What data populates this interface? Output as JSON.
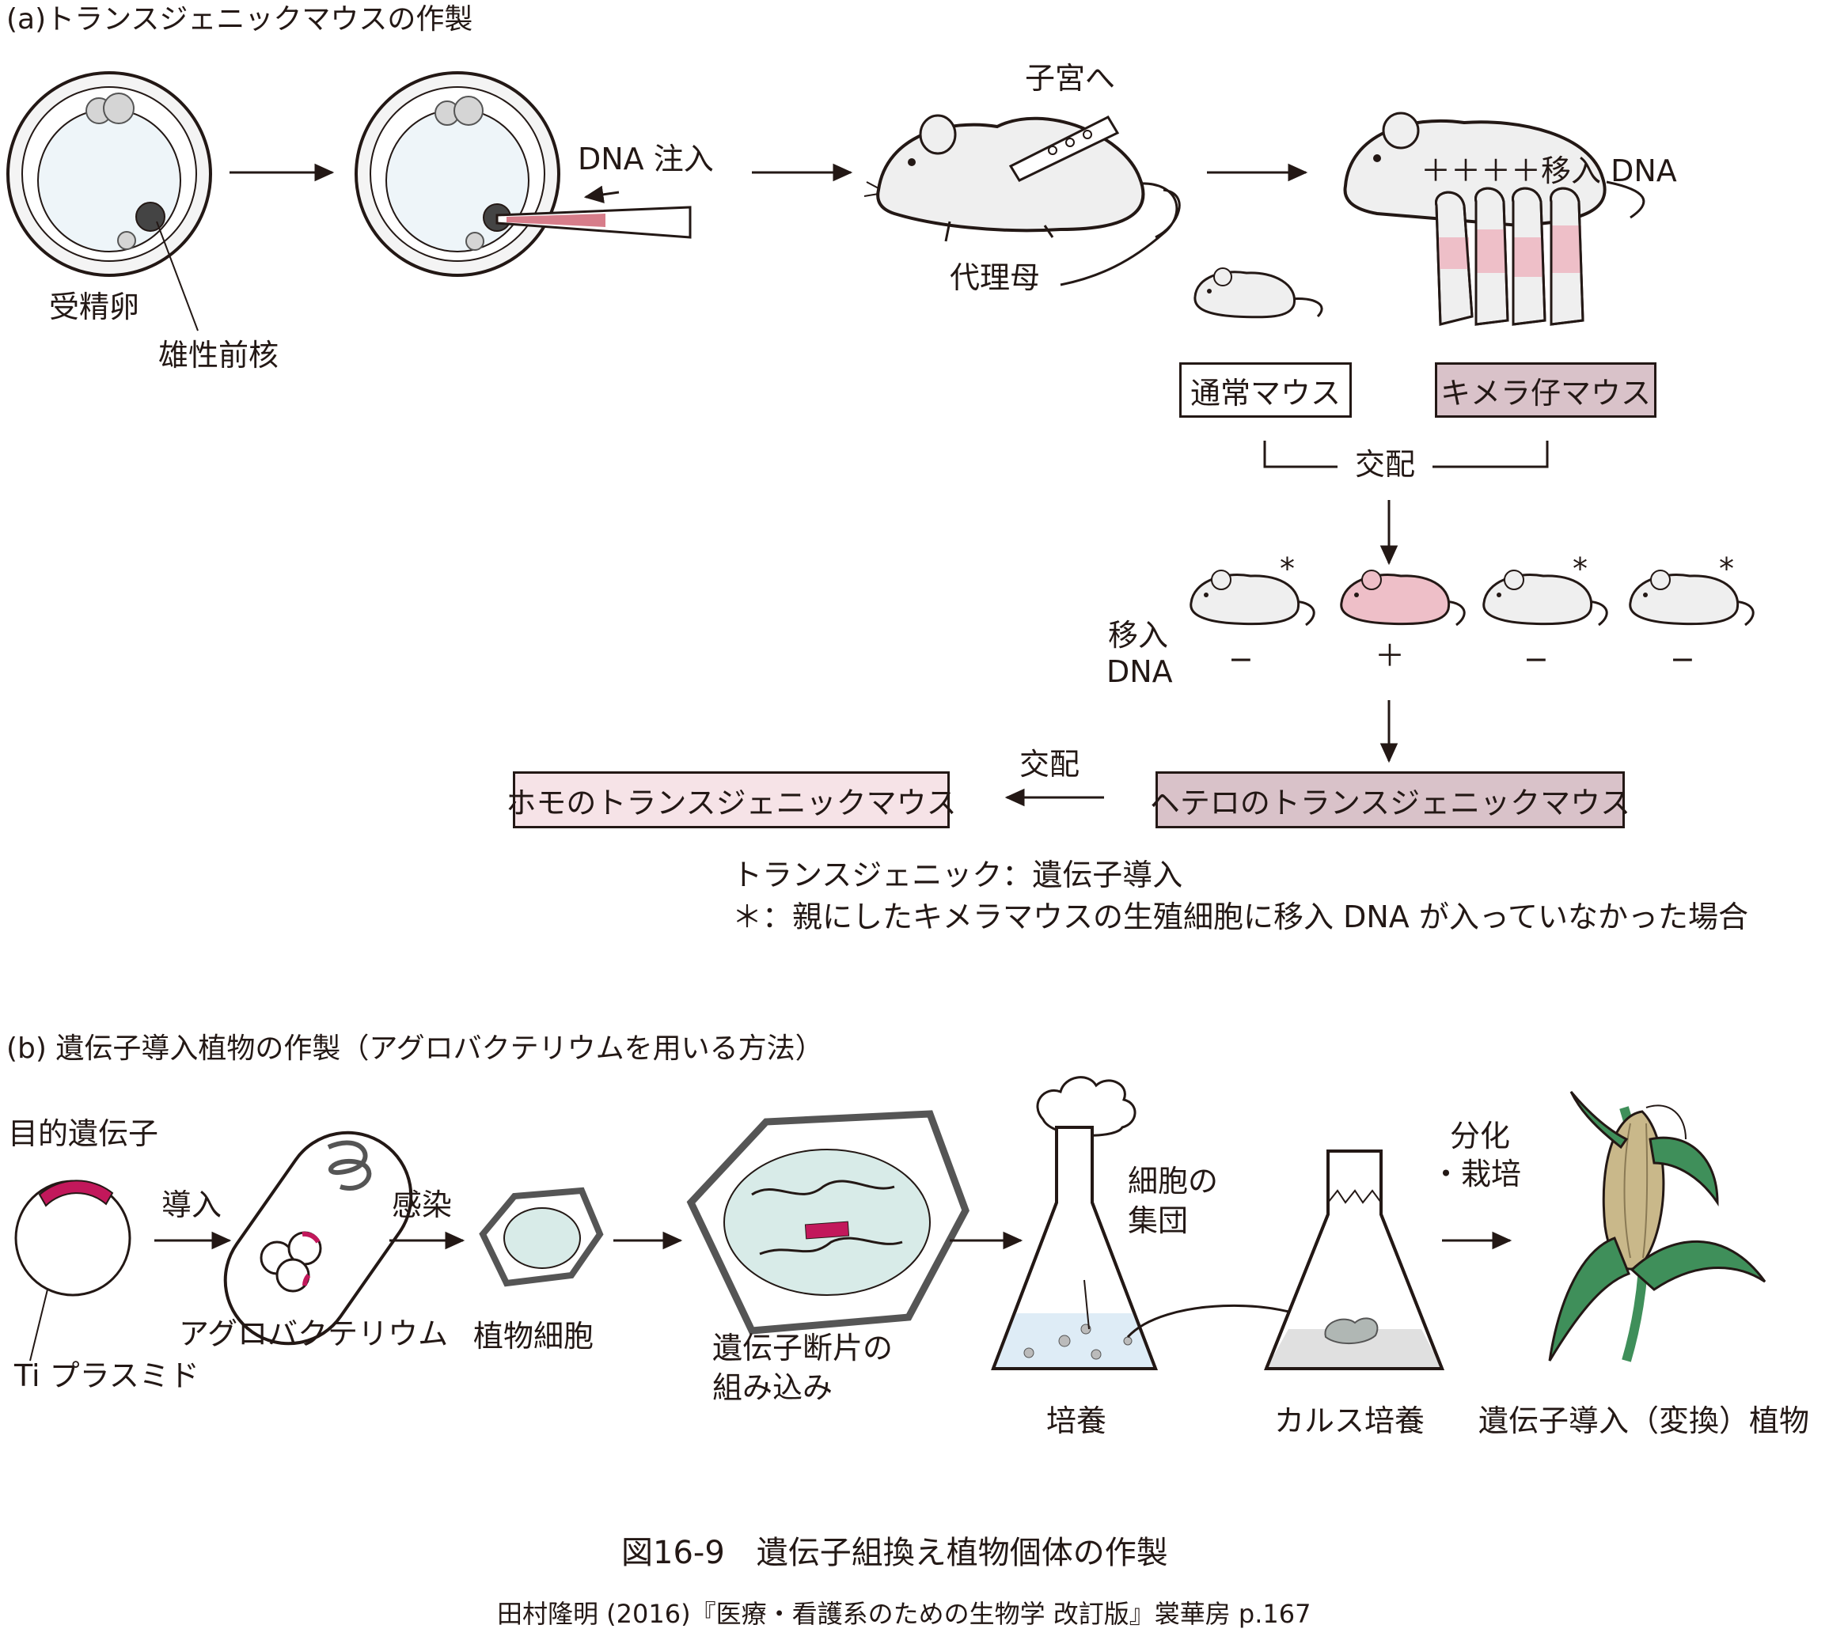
{
  "section_a": {
    "header": "(a)トランスジェニックマウスの作製",
    "fertilized_egg": "受精卵",
    "male_pronucleus": "雄性前核",
    "dna_injection": "DNA 注入",
    "to_uterus": "子宮へ",
    "surrogate_mother": "代理母",
    "transgene_plus": "＋＋＋＋移入 DNA",
    "normal_mouse": "通常マウス",
    "chimera_mouse": "キメラ仔マウス",
    "mating1": "交配",
    "transgene_label_line1": "移入",
    "transgene_label_line2": "DNA",
    "offspring_signs": [
      "−",
      "＋",
      "−",
      "−"
    ],
    "asterisk": "*",
    "mating2": "交配",
    "homo": "ホモのトランスジェニックマウス",
    "hetero": "ヘテロのトランスジェニックマウス",
    "note1": "トランスジェニック：遺伝子導入",
    "note2": "＊：親にしたキメラマウスの生殖細胞に移入 DNA が入っていなかった場合"
  },
  "section_b": {
    "header": "(b) 遺伝子導入植物の作製（アグロバクテリウムを用いる方法）",
    "target_gene": "目的遺伝子",
    "ti_plasmid": "Ti プラスミド",
    "introduction": "導入",
    "agrobacterium": "アグロバクテリウム",
    "infection": "感染",
    "plant_cell": "植物細胞",
    "fragment_line1": "遺伝子断片の",
    "fragment_line2": "組み込み",
    "cell_cluster_line1": "細胞の",
    "cell_cluster_line2": "集団",
    "culture": "培養",
    "callus_culture": "カルス培養",
    "diff_line1": "分化",
    "diff_line2": "・栽培",
    "transgenic_plant": "遺伝子導入（変換）植物"
  },
  "caption": "図16-9　遺伝子組換え植物個体の作製",
  "credit": "田村隆明 (2016)『医療・看護系のための生物学 改訂版』裳華房 p.167",
  "colors": {
    "line": "#231815",
    "mauve_box": "#d9c2c9",
    "pink_box": "#f6e3e7",
    "magenta": "#c2185b",
    "mouse_body": "#efefef",
    "mouse_pink": "#eebfc8",
    "egg_fill": "#edf4f8",
    "cell_fill": "#d8ebe8",
    "plant_green": "#3f8f5a",
    "corn_tan": "#c9b88a"
  }
}
